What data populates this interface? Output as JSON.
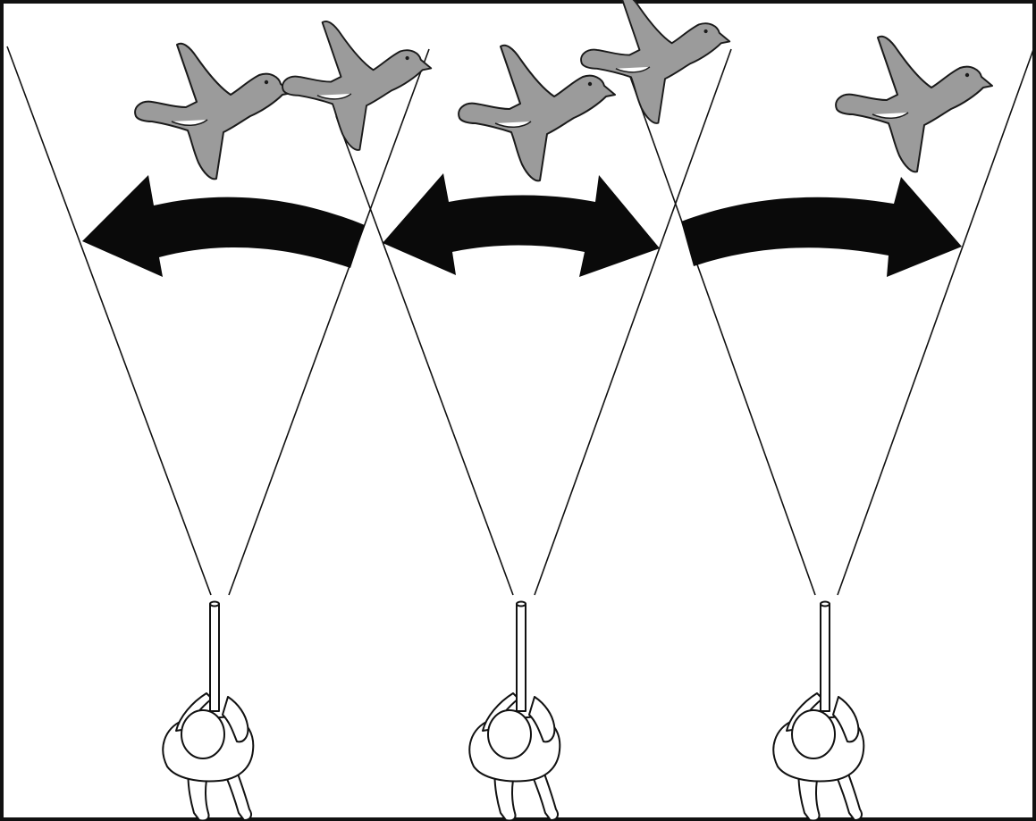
{
  "colors": {
    "background": "#ffffff",
    "frame": "#111111",
    "line": "#111111",
    "arrow": "#0a0a0a",
    "bird_fill": "#9b9b9b",
    "bird_stroke": "#1a1a1a",
    "hunter_fill": "#ffffff",
    "hunter_stroke": "#111111"
  },
  "hunters": [
    {
      "name": "hunter-left",
      "arrow": "left"
    },
    {
      "name": "hunter-center",
      "arrow": "both"
    },
    {
      "name": "hunter-right",
      "arrow": "right"
    }
  ],
  "birds": [
    {
      "name": "duck-1",
      "facing": "right"
    },
    {
      "name": "duck-2",
      "facing": "right"
    },
    {
      "name": "duck-3",
      "facing": "right"
    },
    {
      "name": "duck-4",
      "facing": "right"
    },
    {
      "name": "duck-5",
      "facing": "right"
    }
  ]
}
